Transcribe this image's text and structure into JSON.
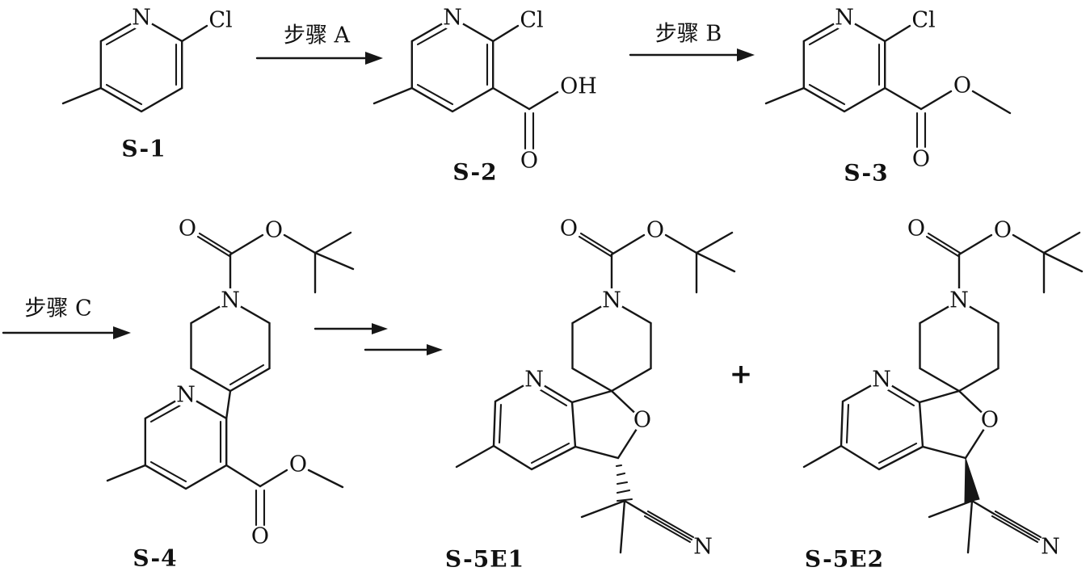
{
  "colors": {
    "ink": "#161616",
    "background": "#ffffff"
  },
  "steps": {
    "a": "步骤 A",
    "b": "步骤 B",
    "c": "步骤 C"
  },
  "compounds": {
    "s1": "S-1",
    "s2": "S-2",
    "s3": "S-3",
    "s4": "S-4",
    "s5e1": "S-5E1",
    "s5e2": "S-5E2"
  },
  "atoms": {
    "n": "N",
    "o": "O",
    "oh": "OH",
    "cl": "Cl"
  },
  "operators": {
    "plus": "+"
  }
}
